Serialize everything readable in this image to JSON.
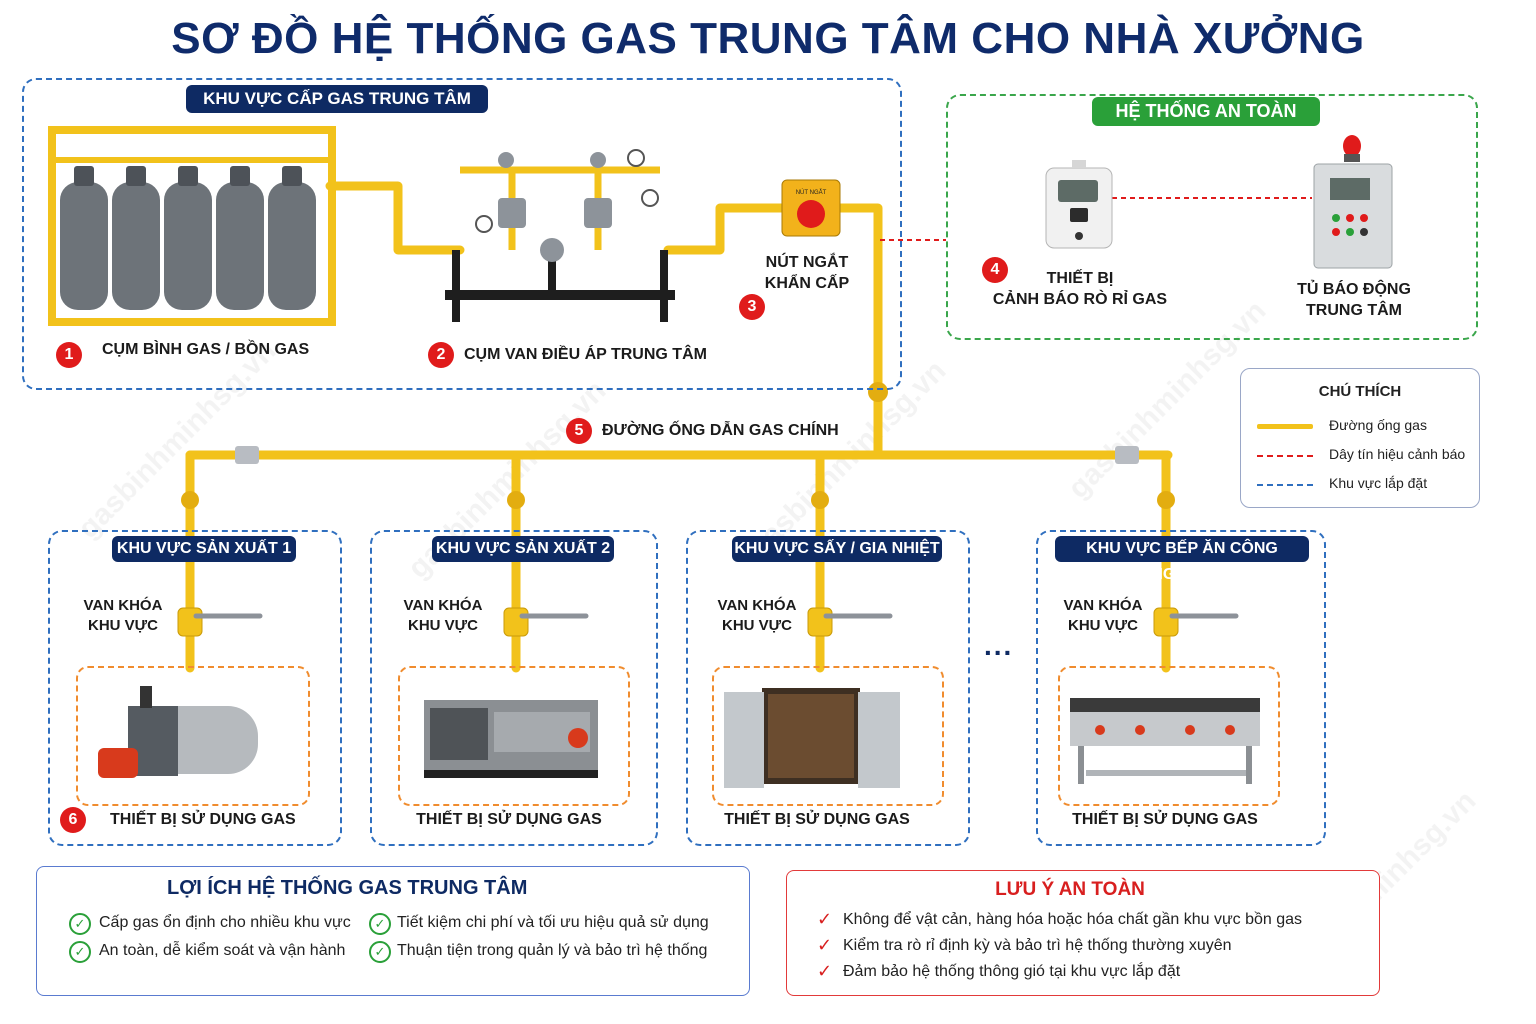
{
  "title": "SƠ ĐỒ HỆ THỐNG GAS TRUNG TÂM CHO NHÀ XƯỞNG",
  "supply_zone": {
    "title": "KHU VỰC CẤP GAS TRUNG TÂM",
    "cylinders": {
      "number": "1",
      "label": "CỤM BÌNH GAS / BỒN GAS"
    },
    "regulator": {
      "number": "2",
      "label": "CỤM VAN ĐIỀU ÁP TRUNG TÂM"
    }
  },
  "emergency": {
    "number": "3",
    "label_line1": "NÚT NGẮT",
    "label_line2": "KHẨN CẤP",
    "plate_text": "NÚT NGẮT"
  },
  "safety": {
    "title": "HỆ THỐNG AN TOÀN",
    "number": "4",
    "detector_line1": "THIẾT BỊ",
    "detector_line2": "CẢNH BÁO RÒ RỈ GAS",
    "panel_line1": "TỦ BÁO ĐỘNG",
    "panel_line2": "TRUNG TÂM"
  },
  "main_pipe": {
    "number": "5",
    "label": "ĐƯỜNG ỐNG DẪN GAS CHÍNH"
  },
  "legend": {
    "title": "CHÚ THÍCH",
    "items": [
      {
        "label": "Đường ống gas",
        "color": "#f2c21b"
      },
      {
        "label": "Dây tín hiệu cảnh báo",
        "color": "#e01b1b"
      },
      {
        "label": "Khu vực lắp đặt",
        "color": "#2f6fbf"
      }
    ]
  },
  "areas": [
    {
      "title": "KHU VỰC SẢN XUẤT 1",
      "valve_line1": "VAN KHÓA",
      "valve_line2": "KHU VỰC",
      "device": "THIẾT BỊ SỬ DỤNG GAS",
      "number": "6",
      "icon": "boiler"
    },
    {
      "title": "KHU VỰC SẢN XUẤT 2",
      "valve_line1": "VAN KHÓA",
      "valve_line2": "KHU VỰC",
      "device": "THIẾT BỊ SỬ DỤNG GAS",
      "icon": "industrial-oven"
    },
    {
      "title": "KHU VỰC SẤY / GIA NHIỆT",
      "valve_line1": "VAN KHÓA",
      "valve_line2": "KHU VỰC",
      "device": "THIẾT BỊ SỬ DỤNG GAS",
      "icon": "drying-cabinet"
    },
    {
      "title": "KHU VỰC BẾP ĂN CÔNG NGHIỆP",
      "valve_line1": "VAN KHÓA",
      "valve_line2": "KHU VỰC",
      "device": "THIẾT BỊ SỬ DỤNG GAS",
      "icon": "industrial-stove"
    }
  ],
  "ellipsis": "...",
  "benefits": {
    "title": "LỢI ÍCH HỆ THỐNG GAS TRUNG TÂM",
    "items": [
      "Cấp gas ổn định cho nhiều khu vực",
      "Tiết kiệm chi phí và tối ưu hiệu quả sử dụng",
      "An toàn, dễ kiểm soát và vận hành",
      "Thuận tiện trong quản lý và bảo trì hệ thống"
    ]
  },
  "safety_notes": {
    "title": "LƯU Ý AN TOÀN",
    "items": [
      "Không để vật cản, hàng hóa hoặc hóa chất gần khu vực bồn gas",
      "Kiểm tra rò rỉ định kỳ và bảo trì hệ thống thường xuyên",
      "Đảm bảo hệ thống thông gió tại khu vực lắp đặt"
    ]
  },
  "watermark": "gasbinhminhsg.vn",
  "colors": {
    "pipe": "#f2c21b",
    "navy": "#0e2a63",
    "green": "#2aa039",
    "red": "#e01b1b",
    "orange": "#f08c2e"
  }
}
